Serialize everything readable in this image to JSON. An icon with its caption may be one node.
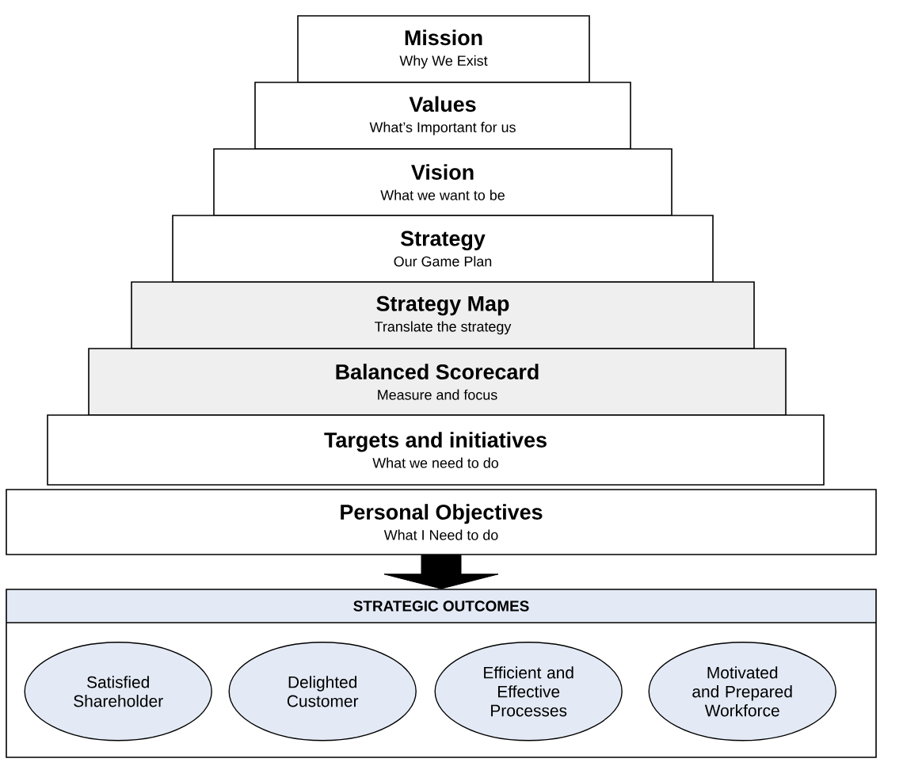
{
  "diagram": {
    "nodes": [
      {
        "text": [
          "Mission",
          "Why We Exist"
        ]
      },
      {
        "text": [
          "Values",
          "What’s Important for us"
        ]
      },
      {
        "text": [
          "Vision",
          "What we want to be"
        ]
      },
      {
        "text": [
          "Strategy",
          "Our Game Plan"
        ]
      },
      {
        "text": [
          "Strategy Map",
          "Translate the strategy"
        ]
      },
      {
        "text": [
          "Balanced Scorecard",
          "Measure and focus"
        ]
      },
      {
        "text": [
          "Targets and initiatives",
          "What we need to do"
        ]
      },
      {
        "text": [
          "Personal Objectives",
          "What I Need to do"
        ]
      },
      {
        "text": [
          "STRATEGIC OUTCOMES"
        ]
      },
      {
        "text": [
          "Satisfied Shareholder"
        ],
        "in": 8
      },
      {
        "text": [
          "Delighted Customer"
        ],
        "in": 8
      },
      {
        "text": [
          "Efficient and Effective Processes"
        ],
        "in": 8
      },
      {
        "text": [
          "Motivated and Prepared Workforce"
        ],
        "in": 8
      }
    ],
    "edges": [
      {
        "from": 7,
        "to": 8,
        "arrow": "to"
      }
    ]
  }
}
